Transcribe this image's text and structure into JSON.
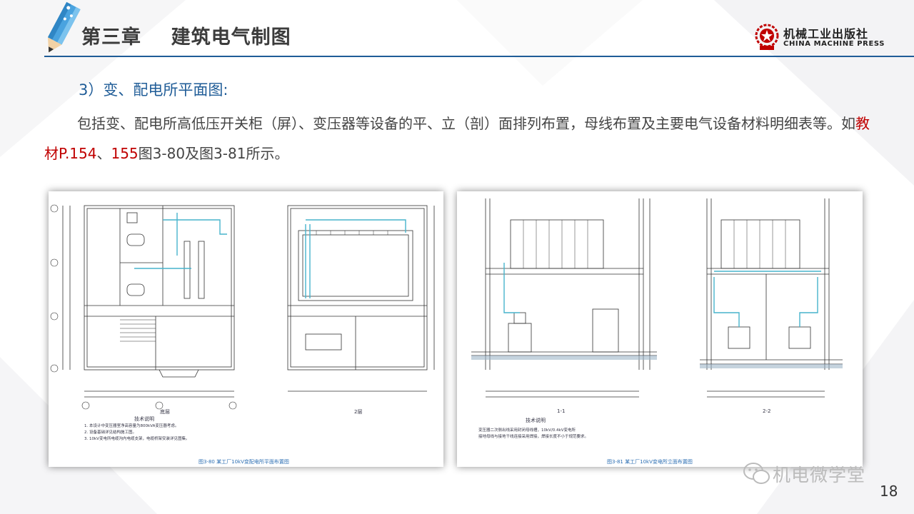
{
  "header": {
    "chapter_title": "第三章    建筑电气制图",
    "logo_cn": "机械工业出版社",
    "logo_en": "CHINA MACHINE PRESS"
  },
  "content": {
    "subheading": "3）变、配电所平面图:",
    "para_text1": "包括变、配电所高低压开关柜（屏）、变压器等设备的平、立（剖）面排列布置，母线布置及主要电气设备材料明细表等。如",
    "para_red1": "教材P.154",
    "para_sep": "、",
    "para_red2": "155",
    "para_text2": "图3-80及图3-81所示。"
  },
  "figure1": {
    "left_label": "底层",
    "right_label": "2层",
    "notes_title": "技术说明",
    "notes": [
      "1. 本设计中变压器室净高容量为800kVA变压器考虑。",
      "2. 设备基础详见结构施工图。",
      "3. 10kV变电所电缆沟内电缆支架，电缆桥架安装详见图集。"
    ],
    "caption": "图3-80  某工厂10kV变配电所平面布置图"
  },
  "figure2": {
    "left_label": "1-1",
    "right_label": "2-2",
    "notes_title": "技术说明",
    "notes": [
      "变压器二次侧出线采用封闭母线槽，10kV/0.4kV变电所",
      "接地母线与接地干线连接采用焊接，焊接长度不小于规范要求。"
    ],
    "caption": "图3-81  某工厂10kV变电所立面布置图"
  },
  "watermark": {
    "text": "机电微学堂"
  },
  "page_number": "18",
  "colors": {
    "accent": "#1f5c97",
    "highlight": "#c00000",
    "drawing_teal": "#46b4cc"
  }
}
